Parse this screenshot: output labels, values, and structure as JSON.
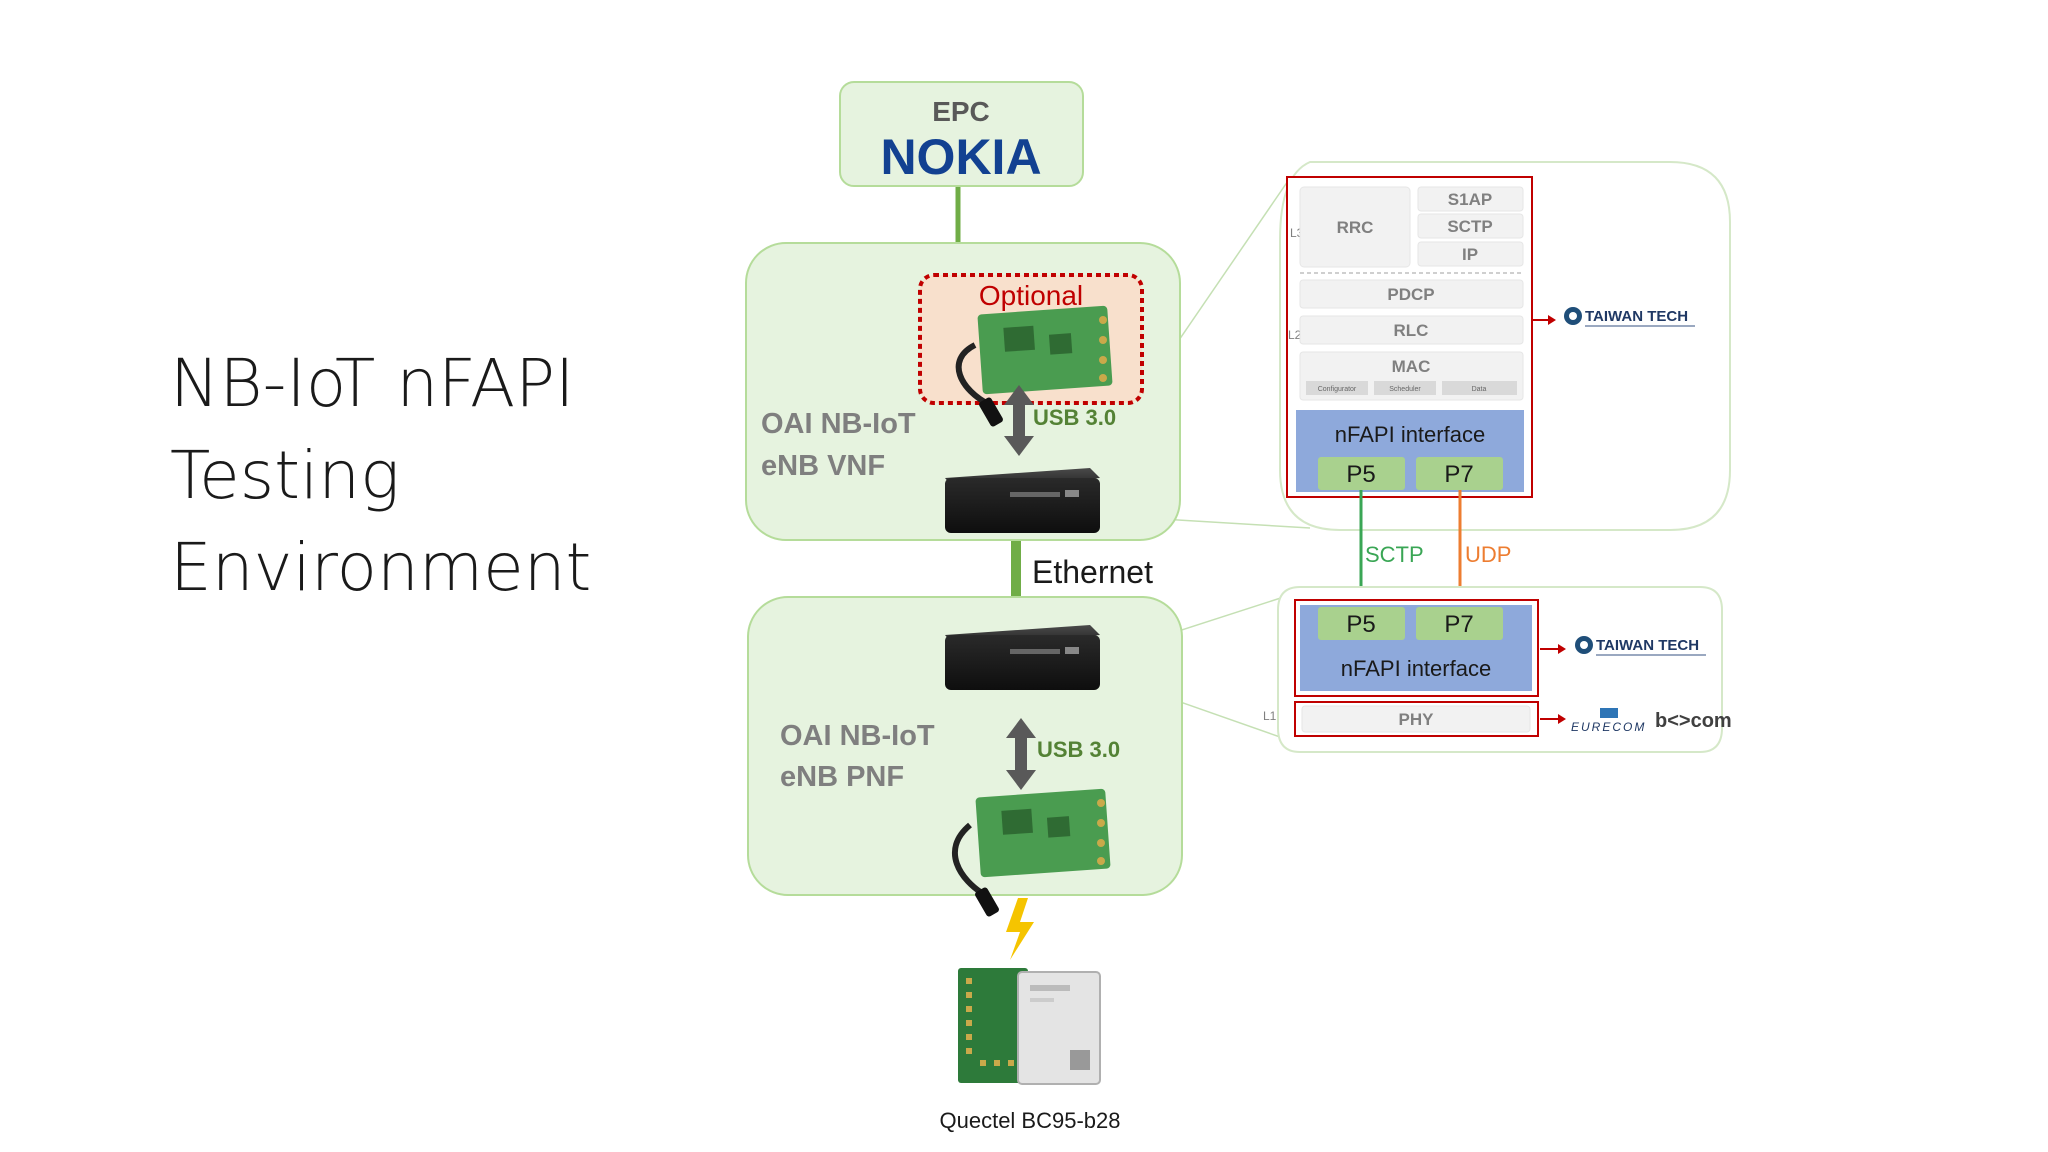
{
  "title": {
    "line1": "NB-IoT nFAPI",
    "line2": "Testing",
    "line3": "Environment"
  },
  "epc": {
    "label": "EPC",
    "logo_text": "NOKIA"
  },
  "vnf": {
    "line1": "OAI NB-IoT",
    "line2": "eNB VNF",
    "optional_label": "Optional",
    "usb_label": "USB 3.0"
  },
  "link": {
    "ethernet_label": "Ethernet"
  },
  "pnf": {
    "line1": "OAI NB-IoT",
    "line2": "eNB PNF",
    "usb_label": "USB 3.0"
  },
  "ue": {
    "caption": "Quectel BC95-b28"
  },
  "vnf_stack": {
    "l3": "L3",
    "rrc": "RRC",
    "s1ap": "S1AP",
    "sctp": "SCTP",
    "ip": "IP",
    "l2": "L2",
    "pdcp": "PDCP",
    "rlc": "RLC",
    "mac": "MAC",
    "mac_subs": [
      "Configurator",
      "Scheduler",
      "Data"
    ],
    "nfapi": "nFAPI interface",
    "p5": "P5",
    "p7": "P7"
  },
  "pnf_stack": {
    "p5": "P5",
    "p7": "P7",
    "nfapi": "nFAPI interface",
    "l1": "L1",
    "phy": "PHY"
  },
  "transport": {
    "sctp": "SCTP",
    "udp": "UDP"
  },
  "vendors": {
    "taiwan_tech": "TAIWAN TECH",
    "eurecom": "EURECOM",
    "bcom": "b<>com"
  },
  "colors": {
    "green_fill": "#e6f3df",
    "green_stroke": "#b5dc9a",
    "nfapi_blue": "#8ea9db",
    "port_green": "#a9d18e",
    "red": "#c00000",
    "sctp_line": "#3aa655",
    "udp_line": "#ed7d31",
    "nokia_blue": "#124191",
    "label_green": "#548235"
  }
}
